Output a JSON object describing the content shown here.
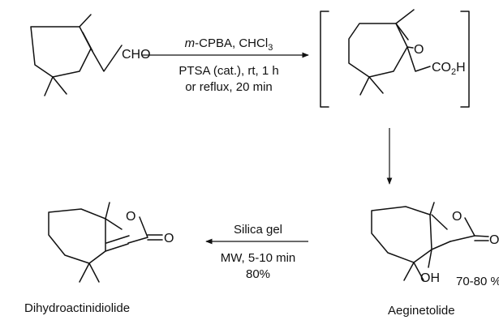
{
  "reaction1": {
    "reagent_prefix": "m",
    "reagent_rest": "-CPBA, CHCl",
    "reagent_sub": "3",
    "line2": "PTSA (cat.), rt, 1 h",
    "line3": "or reflux, 20 min"
  },
  "reaction2": {
    "line1": "Silica gel",
    "line2": "MW, 5-10 min",
    "line3": "80%"
  },
  "start_material": {
    "aldehyde": "CHO"
  },
  "intermediate": {
    "epoxide_o": "O",
    "acid_main": "CO",
    "acid_sub": "2",
    "acid_h": "H"
  },
  "aeginetolide": {
    "ring_o": "O",
    "carbonyl_o": "O",
    "hydroxyl": "OH",
    "yield": "70-80 %",
    "name": "Aeginetolide"
  },
  "dihydroactinidiolide": {
    "ring_o": "O",
    "carbonyl_o": "O",
    "name": "Dihydroactinidiolide"
  }
}
